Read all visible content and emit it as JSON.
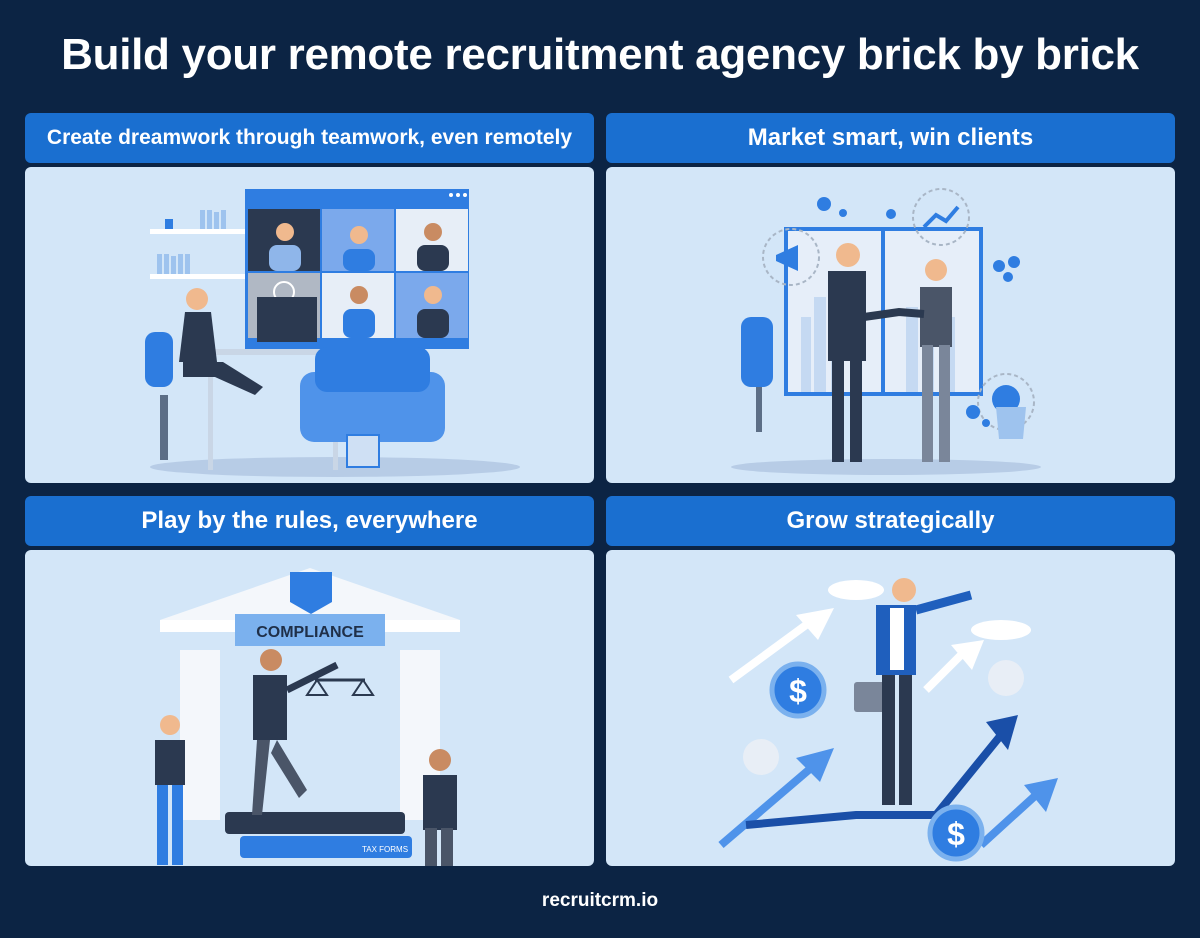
{
  "title": "Build your remote recruitment agency brick by brick",
  "panels": [
    {
      "heading": "Create dreamwork through teamwork, even remotely",
      "illustration": "remote-video-meeting"
    },
    {
      "heading": "Market smart, win clients",
      "illustration": "business-handshake"
    },
    {
      "heading": "Play by the rules, everywhere",
      "illustration": "compliance-courthouse",
      "labels": {
        "banner": "COMPLIANCE",
        "book": "TAX FORMS"
      }
    },
    {
      "heading": "Grow strategically",
      "illustration": "growth-arrows"
    }
  ],
  "footer": "recruitcrm.io",
  "colors": {
    "background": "#0c2444",
    "header": "#1a6fd0",
    "panel": "#d3e6f8",
    "accent": "#2f7de1"
  }
}
